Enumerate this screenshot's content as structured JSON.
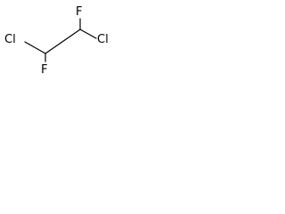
{
  "molecule": {
    "atoms": [
      {
        "id": "f_top",
        "label": "F"
      },
      {
        "id": "cl_left",
        "label": "Cl"
      },
      {
        "id": "cl_right",
        "label": "Cl"
      },
      {
        "id": "f_bottom",
        "label": "F"
      }
    ],
    "colors": {
      "atom": "#000000",
      "bond": "#000000",
      "background": "#ffffff"
    }
  }
}
